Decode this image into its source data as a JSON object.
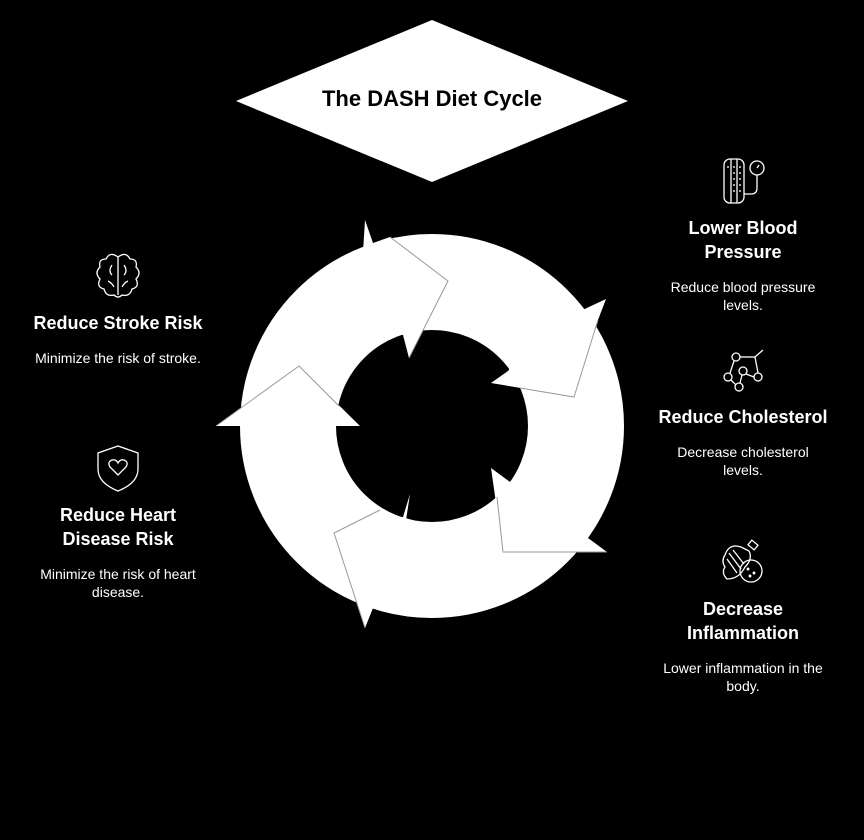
{
  "title": "The DASH Diet Cycle",
  "right_items": [
    {
      "icon": "blood-pressure-monitor-icon",
      "title": "Lower Blood Pressure",
      "desc": "Reduce blood pressure levels."
    },
    {
      "icon": "molecule-icon",
      "title": "Reduce Cholesterol",
      "desc": "Decrease cholesterol levels."
    },
    {
      "icon": "inflammation-icon",
      "title": "Decrease Inflammation",
      "desc": "Lower inflammation in the body."
    }
  ],
  "left_items": [
    {
      "icon": "brain-icon",
      "title": "Reduce Stroke Risk",
      "desc": "Minimize the risk of stroke."
    },
    {
      "icon": "heart-shield-icon",
      "title": "Reduce Heart Disease Risk",
      "desc": "Minimize the risk of heart disease."
    }
  ],
  "colors": {
    "background": "#000000",
    "shape": "#ffffff",
    "outline": "#999999"
  }
}
